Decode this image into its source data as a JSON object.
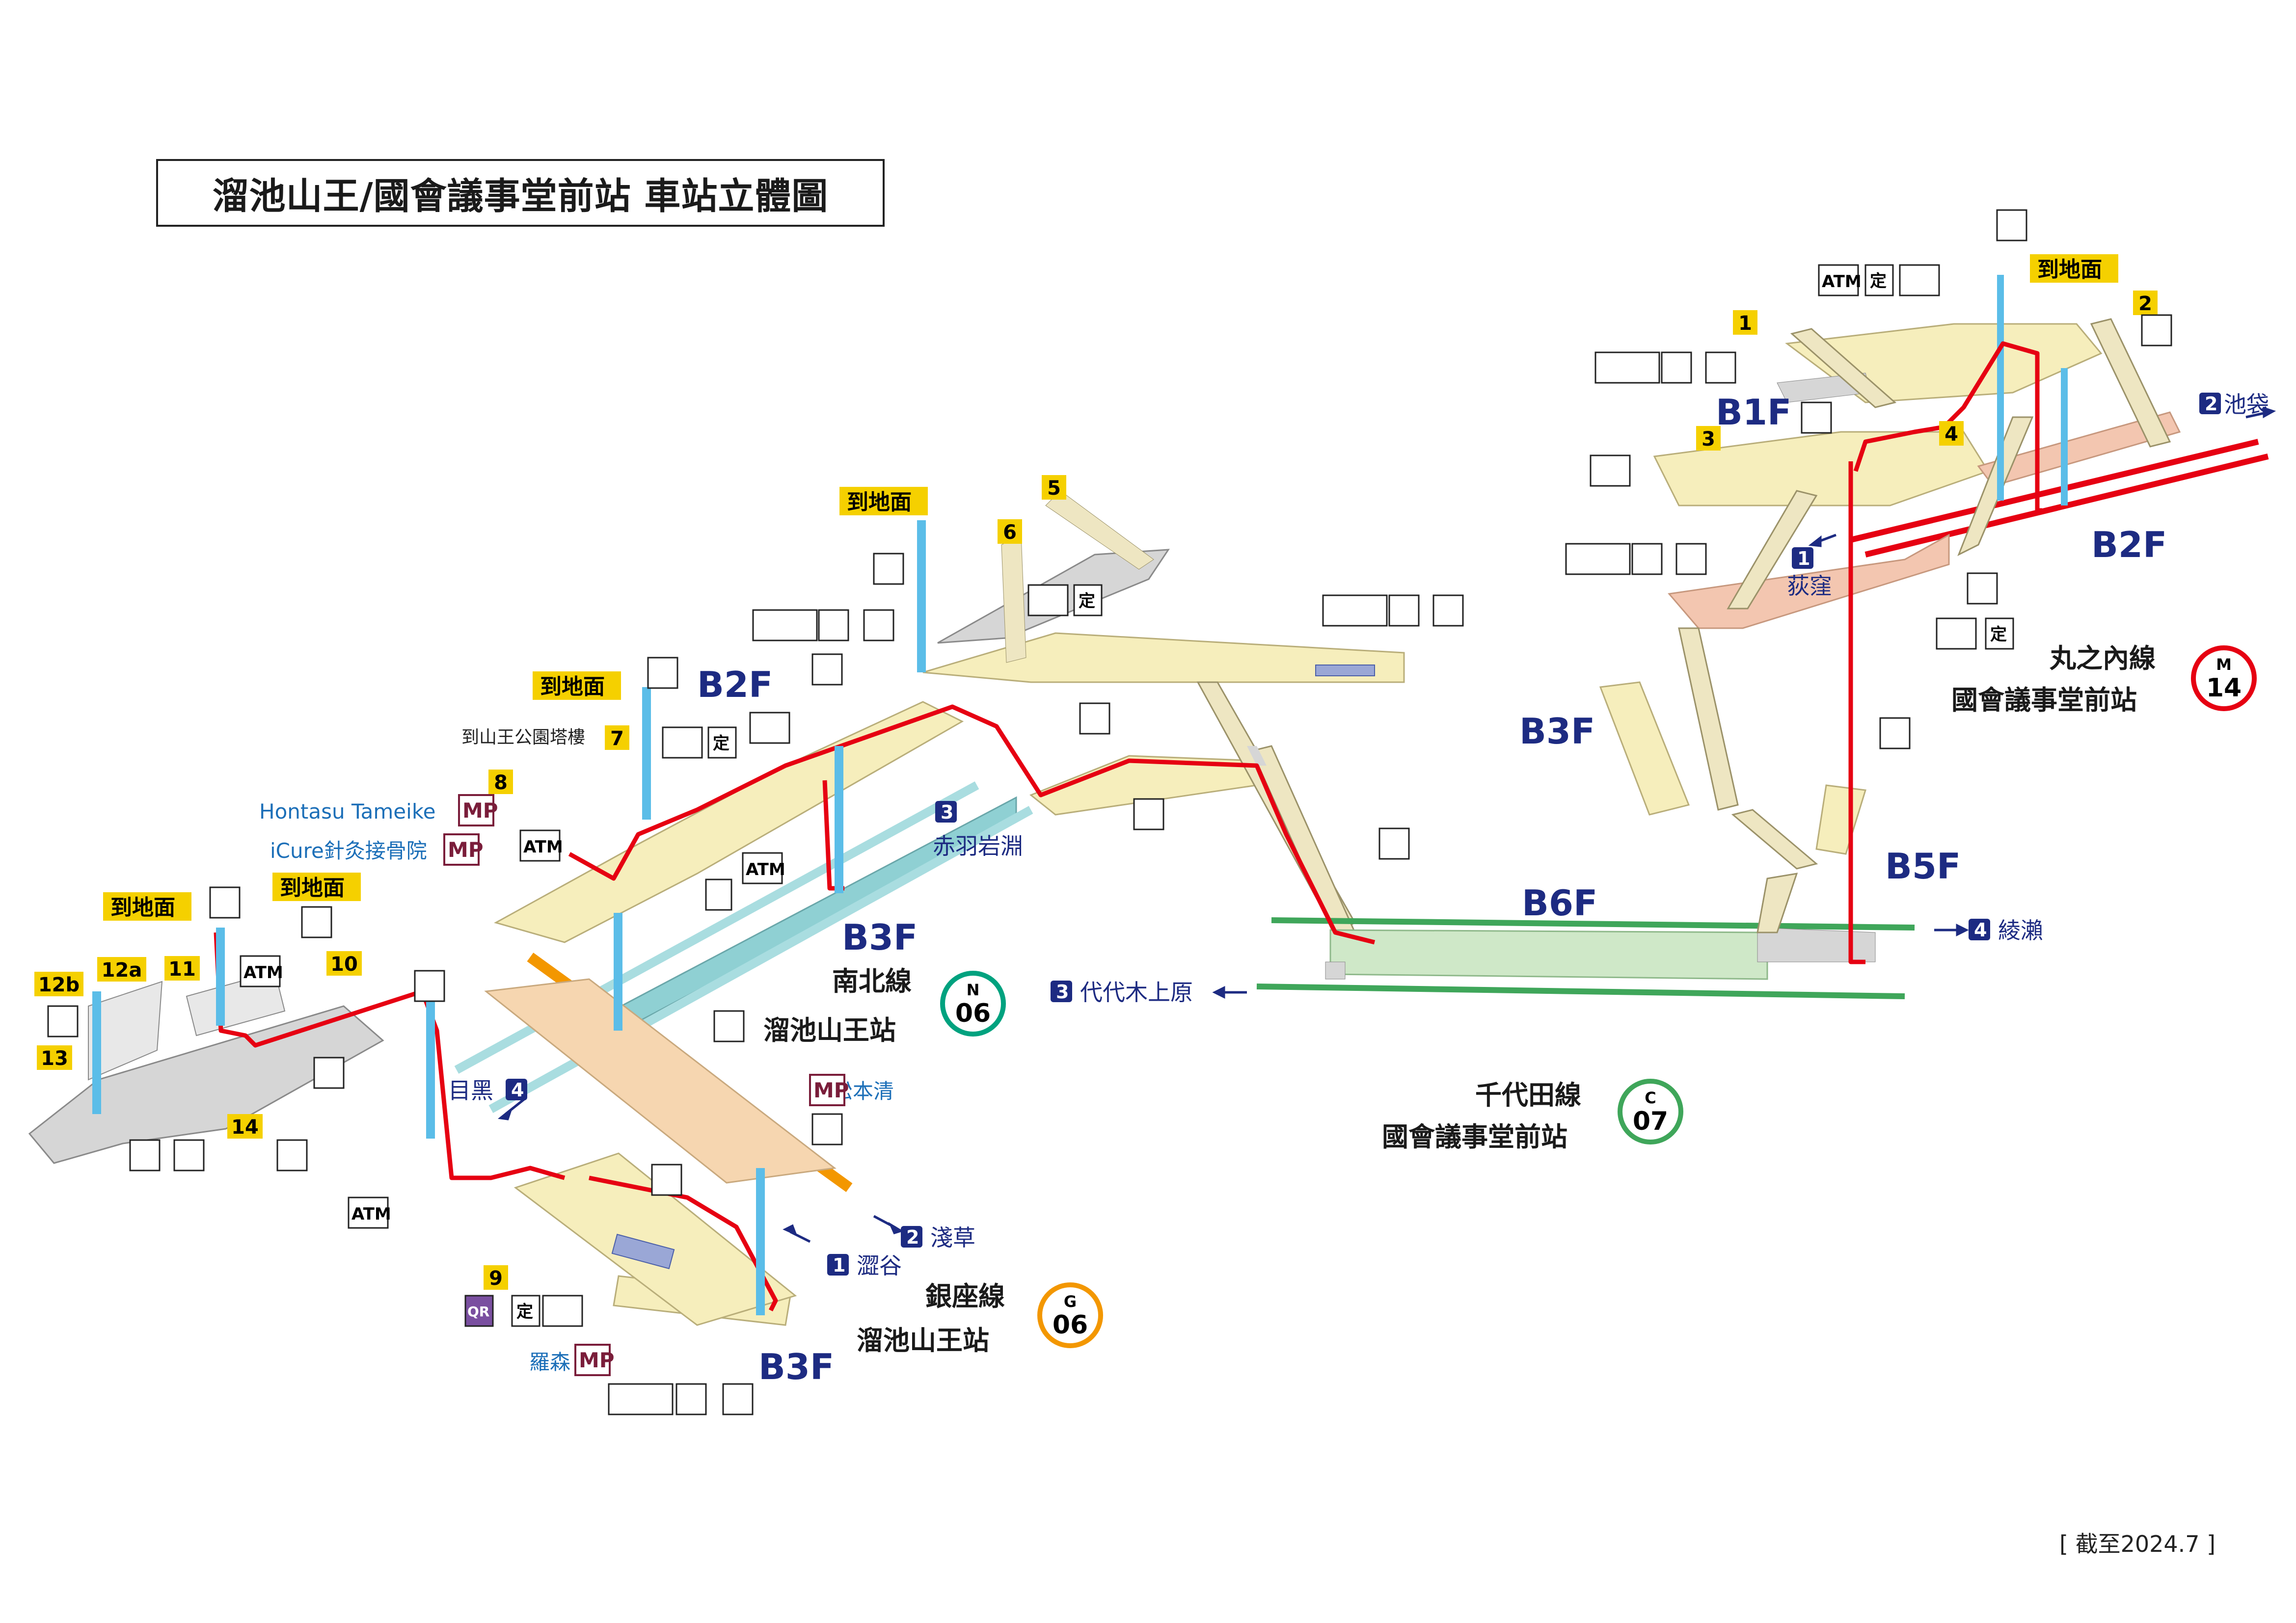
{
  "title": "溜池山王/國會議事堂前站 車站立體圖",
  "as_of": "[ 截至2024.7 ]",
  "colors": {
    "namboku": "#00a27f",
    "ginza": "#f39700",
    "marunouchi": "#e60012",
    "chiyoda": "#3fa65a",
    "route": "#e60012",
    "elevator": "#5bbde8",
    "exit_badge": "#f5d000",
    "floor_label": "#1d2b82",
    "direction": "#1d2b82",
    "concourse": "#f6eebc",
    "platform_b6f": "#cfe8c8",
    "platform_b3f_namboku": "#8fd0d3",
    "platform_ginza": "#f6d6b0",
    "platform_marunouchi": "#f3c6b0",
    "corridor": "#d6d6d6",
    "mp_color": "#7a1d3a"
  },
  "floors": {
    "b1f": "B1F",
    "b2f_left": "B2F",
    "b2f_right": "B2F",
    "b3f_namboku": "B3F",
    "b3f_ginza": "B3F",
    "b3f_right": "B3F",
    "b5f": "B5F",
    "b6f": "B6F"
  },
  "exits": {
    "e1": "1",
    "e2": "2",
    "e3": "3",
    "e4": "4",
    "e5": "5",
    "e6": "6",
    "e7": "7",
    "e8": "8",
    "e9": "9",
    "e10": "10",
    "e11": "11",
    "e12a": "12a",
    "e12b": "12b",
    "e13": "13",
    "e14": "14"
  },
  "labels": {
    "to_ground": "到地面",
    "to_sanno_park_tower": "到山王公園塔樓",
    "hontasu": "Hontasu Tameike",
    "icure": "iCure針灸接骨院",
    "matsumotokiyoshi": "松本清",
    "lawson": "羅森",
    "mp": "MP",
    "atm": "ATM",
    "teiki": "定",
    "qr": "QR"
  },
  "lines": {
    "namboku": {
      "name": "南北線",
      "station": "溜池山王站",
      "code_letter": "N",
      "code_number": "06"
    },
    "ginza": {
      "name": "銀座線",
      "station": "溜池山王站",
      "code_letter": "G",
      "code_number": "06"
    },
    "marunouchi": {
      "name": "丸之內線",
      "station": "國會議事堂前站",
      "code_letter": "M",
      "code_number": "14"
    },
    "chiyoda": {
      "name": "千代田線",
      "station": "國會議事堂前站",
      "code_letter": "C",
      "code_number": "07"
    }
  },
  "directions": {
    "akabane": {
      "num": "3",
      "label": "赤羽岩淵"
    },
    "meguro": {
      "num": "4",
      "label": "目黑"
    },
    "asakusa": {
      "num": "2",
      "label": "淺草"
    },
    "shibuya": {
      "num": "1",
      "label": "澀谷"
    },
    "ikebukuro": {
      "num": "2",
      "label": "池袋"
    },
    "ogikubo": {
      "num": "1",
      "label": "荻窪"
    },
    "ayase": {
      "num": "4",
      "label": "綾瀨"
    },
    "yoyogi_uehara": {
      "num": "3",
      "label": "代代木上原"
    }
  },
  "icons": [
    "elevator-icon",
    "atm-icon",
    "commuter-pass-machine-icon",
    "ticket-office-icon",
    "restroom-icon",
    "baby-care-icon",
    "multipurpose-room-icon",
    "wheelchair-icon",
    "stair-lift-icon",
    "escalator-icon",
    "locker-icon",
    "telephone-icon",
    "qr-ticket-icon"
  ]
}
